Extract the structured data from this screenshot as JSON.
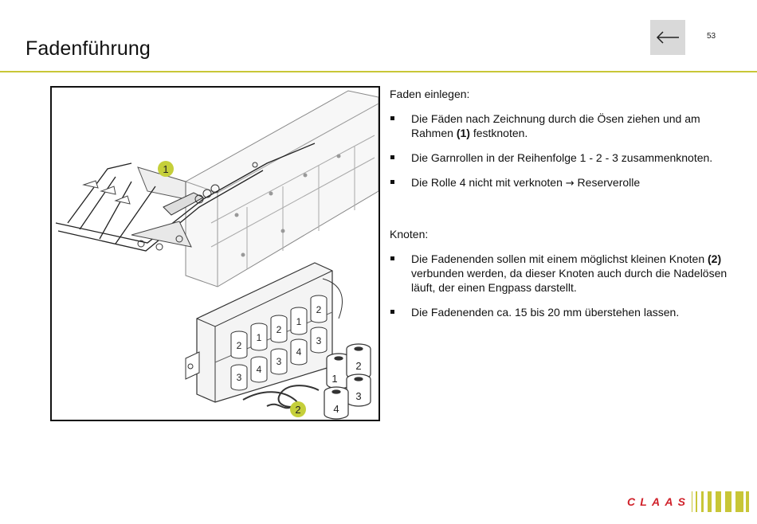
{
  "header": {
    "title": "Fadenführung",
    "page_number": "53",
    "back_icon": "arrow-left-icon"
  },
  "figure": {
    "callout_1": "1",
    "callout_2": "2",
    "spool_labels": [
      "1",
      "2",
      "3",
      "4"
    ],
    "accent_color": "#c5cf3a"
  },
  "content": {
    "section1": {
      "heading": "Faden einlegen:",
      "items": [
        {
          "before": "Die Fäden nach Zeichnung durch die Ösen ziehen und am Rahmen ",
          "bold": "(1)",
          "after": " festknoten."
        },
        {
          "text": "Die Garnrollen in der Reihenfolge 1 - 2 - 3 zusammenknoten."
        },
        {
          "before": "Die Rolle 4 nicht mit verknoten ",
          "arrow": "→",
          "after": " Reserverolle"
        }
      ]
    },
    "section2": {
      "heading": "Knoten:",
      "items": [
        {
          "before": "Die Fadenenden sollen mit einem möglichst kleinen Knoten ",
          "bold": "(2)",
          "after": " verbunden werden, da dieser Knoten auch durch die Nadelösen läuft, der einen Engpass darstellt."
        },
        {
          "text": "Die Fadenenden ca. 15 bis 20 mm überstehen lassen."
        }
      ]
    }
  },
  "footer": {
    "logo_text": "CLAAS",
    "brand_red": "#d0212a",
    "brand_yellow": "#c8c637"
  }
}
